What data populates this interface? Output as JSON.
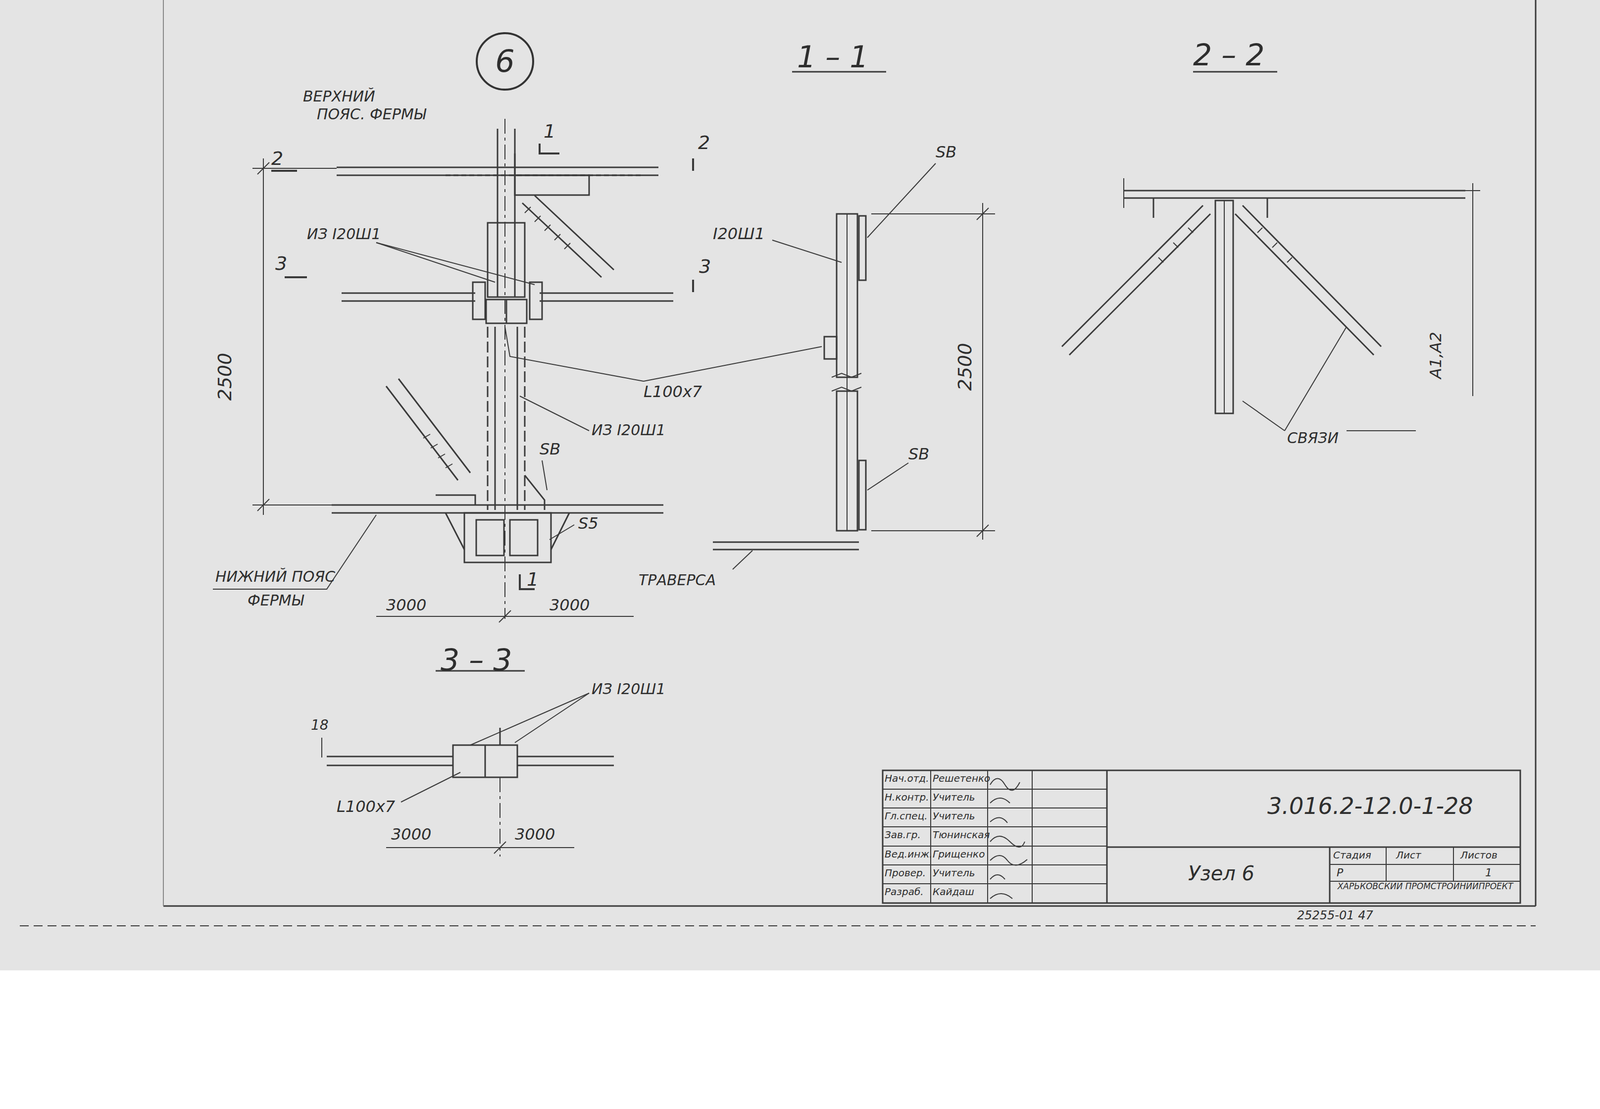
{
  "diagram": {
    "nodes": [
      {
        "text": [
          "6"
        ]
      }
    ],
    "labels": [
      "ВЕРХНИЙ",
      "ПОЯС. ФЕРМЫ",
      "1",
      "2",
      "2",
      "3",
      "3",
      "1",
      "ИЗ I20Ш1",
      "L100x7",
      "ИЗ I20Ш1",
      "SB",
      "S5",
      "2500",
      "НИЖНИЙ ПОЯС",
      "ФЕРМЫ",
      "3000",
      "3000",
      "1 – 1",
      "SB",
      "I20Ш1",
      "2500",
      "SB",
      "ТРАВЕРСА",
      "2 – 2",
      "СВЯЗИ",
      "А1,А2",
      "3 – 3",
      "ИЗ I20Ш1",
      "18",
      "L100x7",
      "3000",
      "3000",
      "Нач.отд.",
      "Решетенко",
      "Н.контр.",
      "Учитель",
      "Гл.спец.",
      "Учитель",
      "Зав.гр.",
      "Тюнинская",
      "Вед.инж.",
      "Грищенко",
      "Провер.",
      "Учитель",
      "Разраб.",
      "Кайдаш",
      "3.016.2-12.0-1-28",
      "Узел 6",
      "Стадия",
      "Лист",
      "Листов",
      "Р",
      "1",
      "ХАРЬКОВСКИЙ ПРОМСТРОЙНИИПРОЕКТ",
      "25255-01 47"
    ]
  }
}
